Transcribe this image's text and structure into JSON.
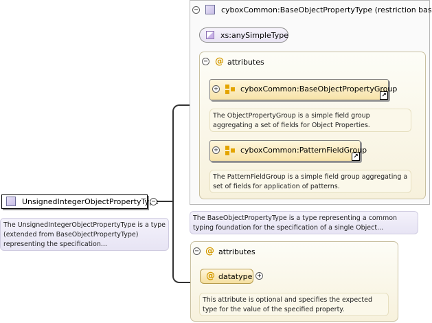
{
  "root": {
    "label": "UnsignedIntegerObjectPropertyType",
    "doc": "The UnsignedIntegerObjectPropertyType is a type (extended from BaseObjectPropertyType) representing the specification..."
  },
  "base": {
    "title": "cyboxCommon:BaseObjectPropertyType (restriction base)",
    "simple_type": "xs:anySimpleType",
    "attributes_label": "attributes",
    "groups": [
      {
        "label": "cyboxCommon:BaseObjectPropertyGroup",
        "doc": "The ObjectPropertyGroup is a simple field group aggregating a set of fields for Object Properties."
      },
      {
        "label": "cyboxCommon:PatternFieldGroup",
        "doc": "The PatternFieldGroup is a simple field group aggregating a set of fields for application of patterns."
      }
    ],
    "doc": "The BaseObjectPropertyType is a type representing a common typing foundation for the specification of a single Object..."
  },
  "ext": {
    "attributes_label": "attributes",
    "attribute": {
      "label": "datatype",
      "doc": "This attribute is optional and specifies the expected type for the value of the specified property."
    }
  },
  "icons": {
    "collapse": "⊖",
    "expand": "⊕",
    "attribute": "@",
    "link": "↗"
  },
  "colors": {
    "accent_yellow": "#f7e3a8",
    "type_purple": "#c7bde6",
    "doc_purple": "#e7e4f4",
    "connector": "#333333"
  }
}
